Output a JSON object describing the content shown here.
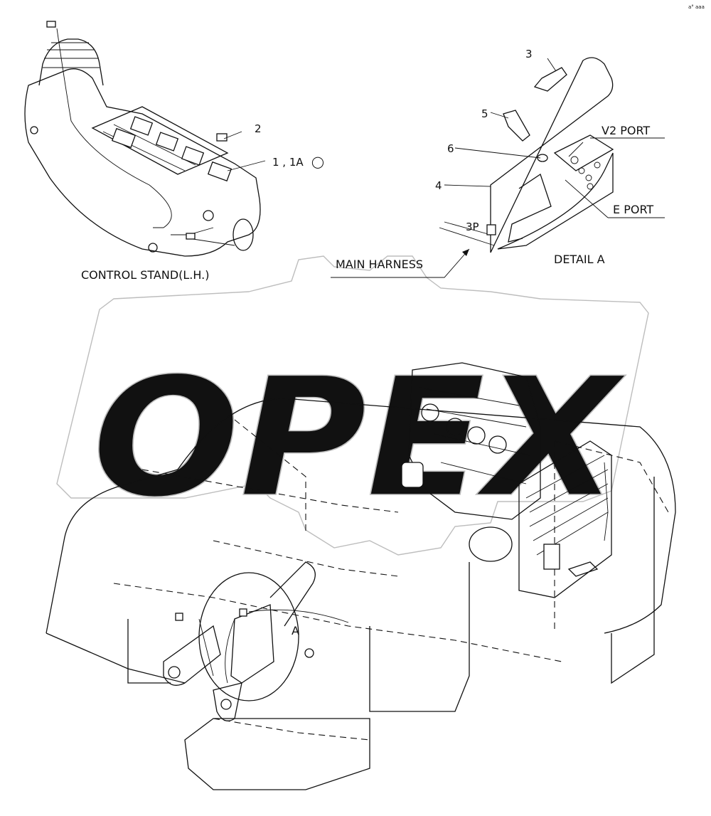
{
  "watermark": {
    "text": "OPEX"
  },
  "corner_mark": "a° aaa",
  "callouts": {
    "c1": "1 , 1A",
    "c2": "2",
    "c3": "3",
    "c4": "4",
    "c5": "5",
    "c6": "6",
    "c3p": "3P"
  },
  "labels": {
    "control_stand": "CONTROL STAND(L.H.)",
    "main_harness": "MAIN HARNESS",
    "detail_a": "DETAIL  A",
    "v2_port": "V2  PORT",
    "e_port": "E  PORT",
    "detail_marker": "A"
  }
}
